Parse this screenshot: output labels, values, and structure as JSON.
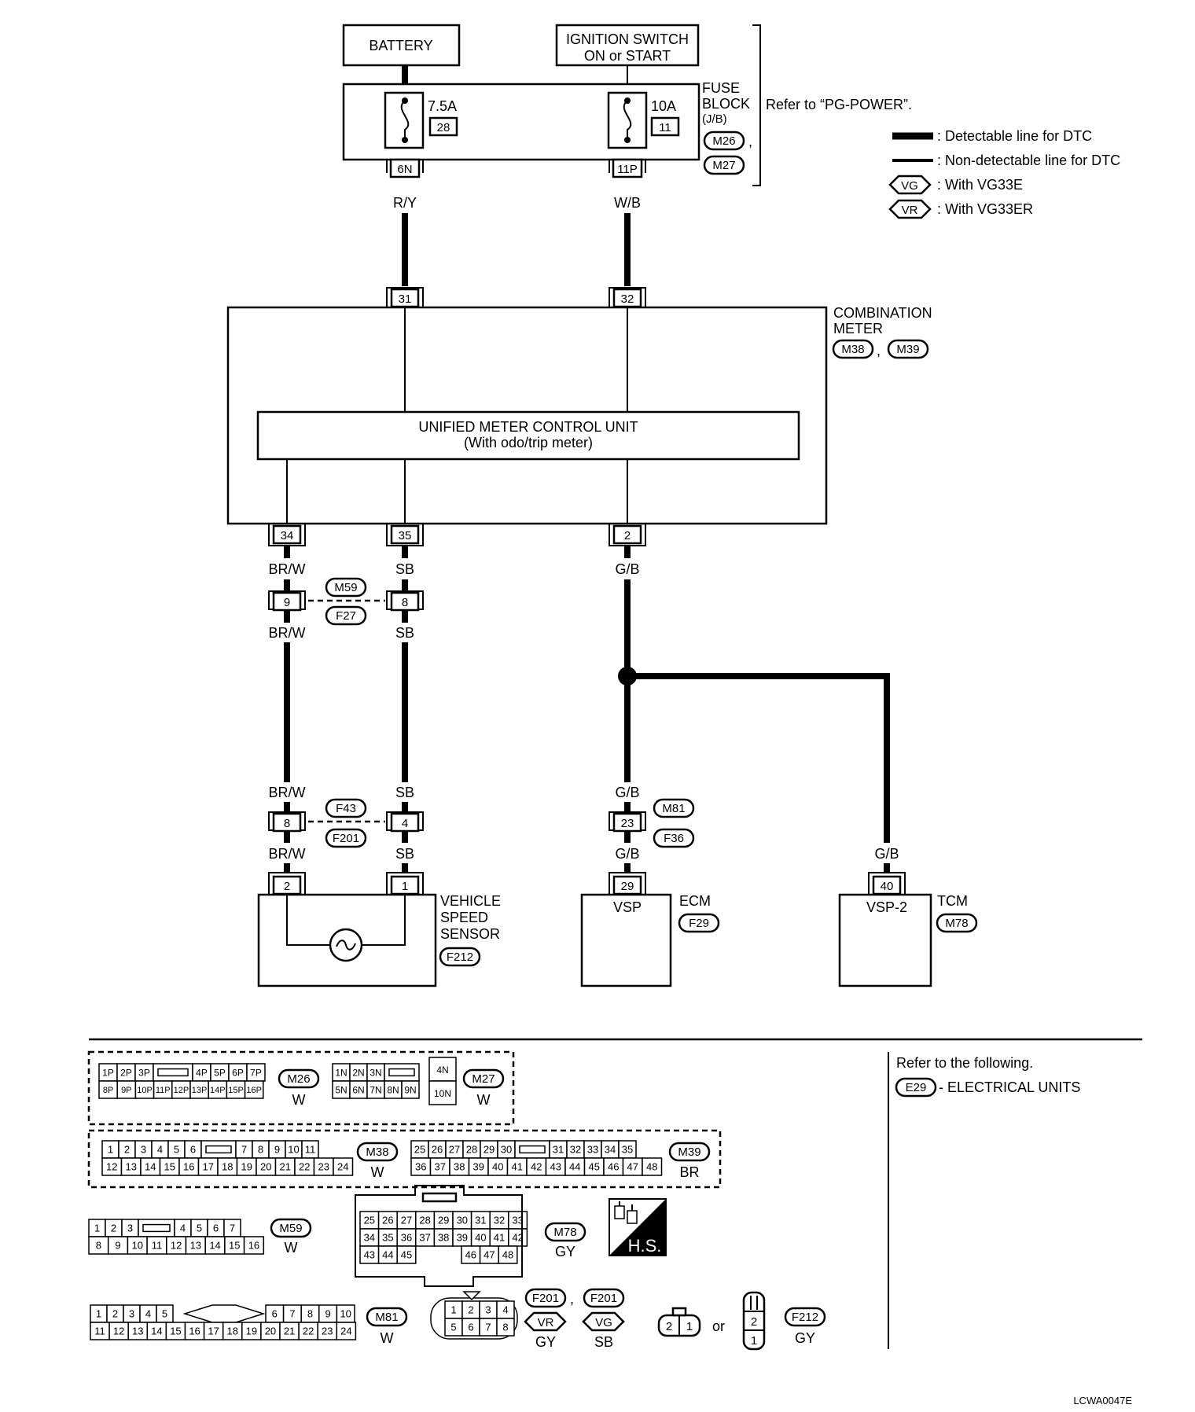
{
  "battery": "BATTERY",
  "ignition": {
    "line1": "IGNITION SWITCH",
    "line2": "ON or START"
  },
  "fuse_block": {
    "line1": "FUSE",
    "line2": "BLOCK",
    "line3": "(J/B)",
    "conn1": "M26",
    "conn2": "M27",
    "refer": "Refer to “PG-POWER”.",
    "fuse_left": {
      "rating": "7.5A",
      "number": "28",
      "terminal": "6N"
    },
    "fuse_right": {
      "rating": "10A",
      "number": "11",
      "terminal": "11P"
    }
  },
  "legend": {
    "detectable": ": Detectable line for DTC",
    "nondetectable": ": Non-detectable line for DTC",
    "vg_code": "VG",
    "vg_text": ": With VG33E",
    "vr_code": "VR",
    "vr_text": ": With VG33ER"
  },
  "wires": {
    "ry": "R/Y",
    "wb": "W/B",
    "brw": "BR/W",
    "sb": "SB",
    "gb": "G/B"
  },
  "meter": {
    "line1": "COMBINATION",
    "line2": "METER",
    "conn1": "M38",
    "conn2": "M39",
    "unit_line1": "UNIFIED METER CONTROL UNIT",
    "unit_line2": "(With odo/trip meter)",
    "t31": "31",
    "t32": "32",
    "t34": "34",
    "t35": "35",
    "t2": "2"
  },
  "joint1": {
    "code1": "M59",
    "code2": "F27",
    "t_left": "9",
    "t_right": "8"
  },
  "joint2": {
    "code1": "F43",
    "code2": "F201",
    "t_left": "8",
    "t_right": "4"
  },
  "joint3": {
    "code1": "M81",
    "code2": "F36",
    "t": "23"
  },
  "vss": {
    "line1": "VEHICLE",
    "line2": "SPEED",
    "line3": "SENSOR",
    "conn": "F212",
    "t2": "2",
    "t1": "1"
  },
  "ecm": {
    "name": "ECM",
    "pin": "VSP",
    "conn": "F29",
    "t": "29"
  },
  "tcm": {
    "name": "TCM",
    "pin": "VSP-2",
    "conn": "M78",
    "t": "40"
  },
  "refer_box": {
    "line1": "Refer to the following.",
    "code": "E29",
    "text": "- ELECTRICAL UNITS"
  },
  "connectors": {
    "m26": {
      "code": "M26",
      "color": "W",
      "row1": [
        "1P",
        "2P",
        "3P",
        "",
        "4P",
        "5P",
        "6P",
        "7P"
      ],
      "row2": [
        "8P",
        "9P",
        "10P",
        "11P",
        "12P",
        "13P",
        "14P",
        "15P",
        "16P"
      ]
    },
    "m27": {
      "code": "M27",
      "color": "W",
      "row1": [
        "1N",
        "2N",
        "3N",
        ""
      ],
      "row2": [
        "5N",
        "6N",
        "7N",
        "8N",
        "9N"
      ],
      "side1": "4N",
      "side2": "10N"
    },
    "m38": {
      "code": "M38",
      "color": "W",
      "row1": [
        "1",
        "2",
        "3",
        "4",
        "5",
        "6",
        "",
        "7",
        "8",
        "9",
        "10",
        "11"
      ],
      "row2": [
        "12",
        "13",
        "14",
        "15",
        "16",
        "17",
        "18",
        "19",
        "20",
        "21",
        "22",
        "23",
        "24"
      ]
    },
    "m39": {
      "code": "M39",
      "color": "BR",
      "row1": [
        "25",
        "26",
        "27",
        "28",
        "29",
        "30",
        "",
        "31",
        "32",
        "33",
        "34",
        "35"
      ],
      "row2": [
        "36",
        "37",
        "38",
        "39",
        "40",
        "41",
        "42",
        "43",
        "44",
        "45",
        "46",
        "47",
        "48"
      ]
    },
    "m59": {
      "code": "M59",
      "color": "W",
      "row1": [
        "1",
        "2",
        "3",
        "",
        "4",
        "5",
        "6",
        "7"
      ],
      "row2": [
        "8",
        "9",
        "10",
        "11",
        "12",
        "13",
        "14",
        "15",
        "16"
      ]
    },
    "m78": {
      "code": "M78",
      "color": "GY",
      "row1": [
        "25",
        "26",
        "27",
        "28",
        "29",
        "30",
        "31",
        "32",
        "33"
      ],
      "row2": [
        "34",
        "35",
        "36",
        "37",
        "38",
        "39",
        "40",
        "41",
        "42"
      ],
      "row3": [
        "43",
        "44",
        "45",
        "46",
        "47",
        "48"
      ]
    },
    "m81": {
      "code": "M81",
      "color": "W",
      "row1": [
        "1",
        "2",
        "3",
        "4",
        "5",
        "",
        "6",
        "7",
        "8",
        "9",
        "10"
      ],
      "row2": [
        "11",
        "12",
        "13",
        "14",
        "15",
        "16",
        "17",
        "18",
        "19",
        "20",
        "21",
        "22",
        "23",
        "24"
      ]
    },
    "f201": {
      "code": "F201",
      "vr": "VR",
      "vg": "VG",
      "color_vr": "GY",
      "color_vg": "SB",
      "row1": [
        "1",
        "2",
        "3",
        "4"
      ],
      "row2": [
        "5",
        "6",
        "7",
        "8"
      ]
    },
    "f212": {
      "code": "F212",
      "color": "GY",
      "h": [
        "2",
        "1"
      ],
      "v": [
        "2",
        "1"
      ],
      "or": "or"
    }
  },
  "hs": "H.S.",
  "doc_code": "LCWA0047E"
}
